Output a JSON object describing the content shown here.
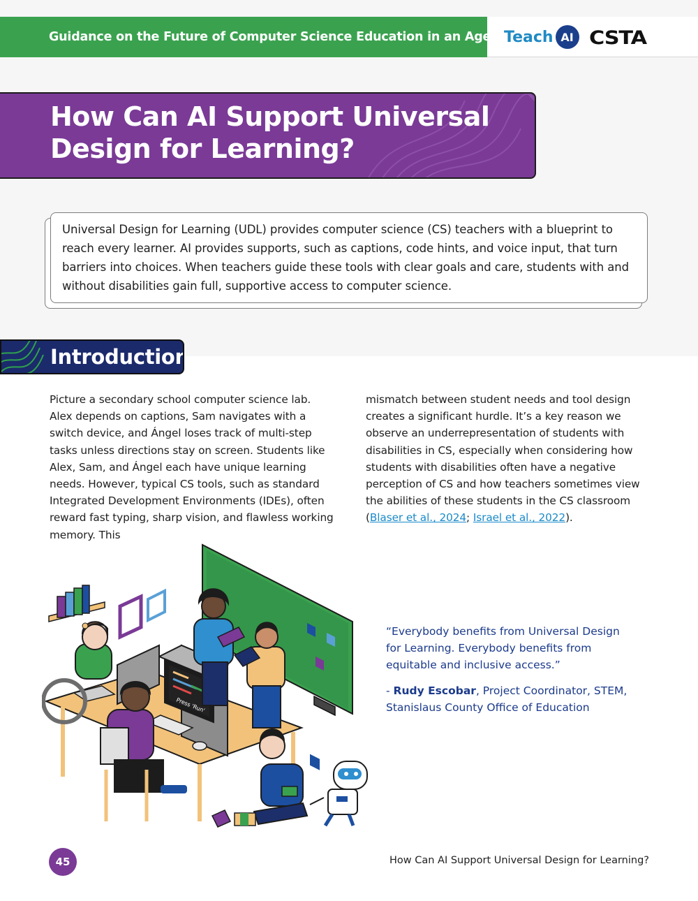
{
  "header": {
    "title": "Guidance on the Future of Computer Science Education in an Age of AI",
    "logo_teach": "Teach",
    "logo_ai": "AI",
    "logo_csta": "CSTA"
  },
  "page": {
    "title": "How Can AI Support Universal Design for Learning?"
  },
  "summary": {
    "text": "Universal Design for Learning (UDL) provides computer science (CS) teachers with a blueprint to reach every learner. AI provides supports, such as captions, code hints, and voice input, that turn barriers into choices. When teachers guide these tools with clear goals and care, students with and without disabilities gain full, supportive access to computer science."
  },
  "section": {
    "heading": "Introduction"
  },
  "body": {
    "left": "Picture a secondary school computer science lab. Alex depends on captions, Sam navigates with a switch device, and Ángel loses track of multi-step tasks unless directions stay on screen. Students like Alex, Sam, and Ángel each have unique learning needs. However, typical CS tools, such as standard Integrated Development Environments (IDEs), often reward fast typing, sharp vision, and flawless working memory. This",
    "right_main": "mismatch between student needs and tool design creates a significant hurdle. It’s a key reason we observe an underrepresentation of students with disabilities in CS, especially when considering how students with disabilities often have a negative perception of CS and how teachers sometimes view the abilities of these students in the CS classroom (",
    "citation_1": "Blaser et al., 2024",
    "citation_sep": "; ",
    "citation_2": "Israel et al., 2022",
    "right_end": ")."
  },
  "illustration": {
    "screen_text": "Press 'Run'"
  },
  "quote": {
    "text": "“Everybody benefits from Universal Design for Learning. Everybody benefits from equitable and inclusive access.”",
    "prefix": "- ",
    "name": "Rudy Escobar",
    "role": ", Project Coordinator, STEM, Stanislaus County Office of Education"
  },
  "footer": {
    "page_number": "45",
    "title": "How Can AI Support Universal Design for Learning?"
  },
  "colors": {
    "header_green": "#3aa24f",
    "title_purple": "#7a3a96",
    "intro_navy": "#1b2a6b",
    "quote_blue": "#1b3a8b",
    "link_blue": "#1a8ac9"
  }
}
